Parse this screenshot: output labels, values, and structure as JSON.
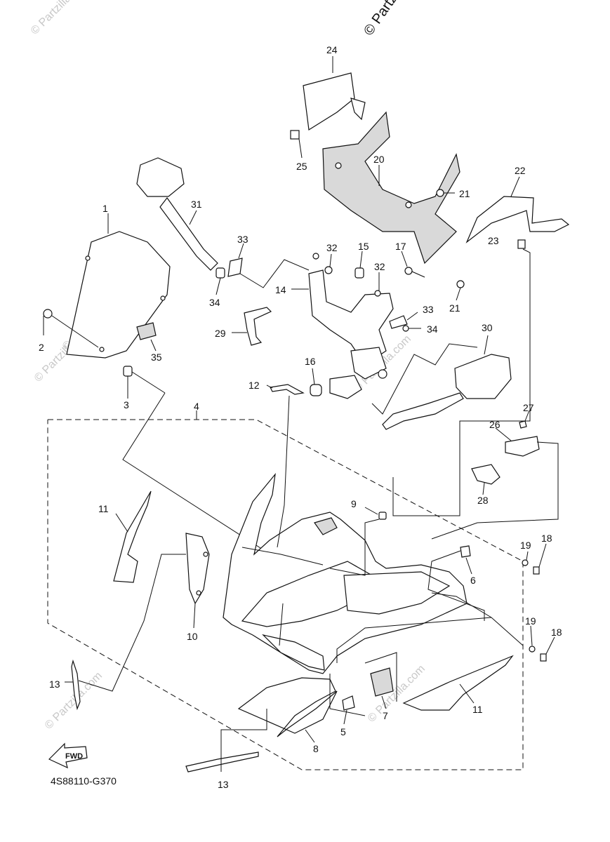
{
  "diagram_code": "4S88110-G370",
  "watermark_text": "© Partzilla.com",
  "fwd_label": "FWD",
  "callouts": {
    "c1": "1",
    "c2": "2",
    "c3": "3",
    "c4": "4",
    "c5": "5",
    "c6": "6",
    "c7": "7",
    "c8": "8",
    "c9": "9",
    "c10": "10",
    "c11a": "11",
    "c11b": "11",
    "c12": "12",
    "c13a": "13",
    "c13b": "13",
    "c14": "14",
    "c15": "15",
    "c16": "16",
    "c17": "17",
    "c18a": "18",
    "c18b": "18",
    "c19a": "19",
    "c19b": "19",
    "c20": "20",
    "c21a": "21",
    "c21b": "21",
    "c22": "22",
    "c23": "23",
    "c24": "24",
    "c25": "25",
    "c26": "26",
    "c27": "27",
    "c28": "28",
    "c29": "29",
    "c30": "30",
    "c31": "31",
    "c32a": "32",
    "c32b": "32",
    "c33a": "33",
    "c33b": "33",
    "c34a": "34",
    "c34b": "34",
    "c35": "35"
  },
  "colors": {
    "line": "#111111",
    "watermark": "#c8c8c8",
    "background": "#ffffff"
  }
}
